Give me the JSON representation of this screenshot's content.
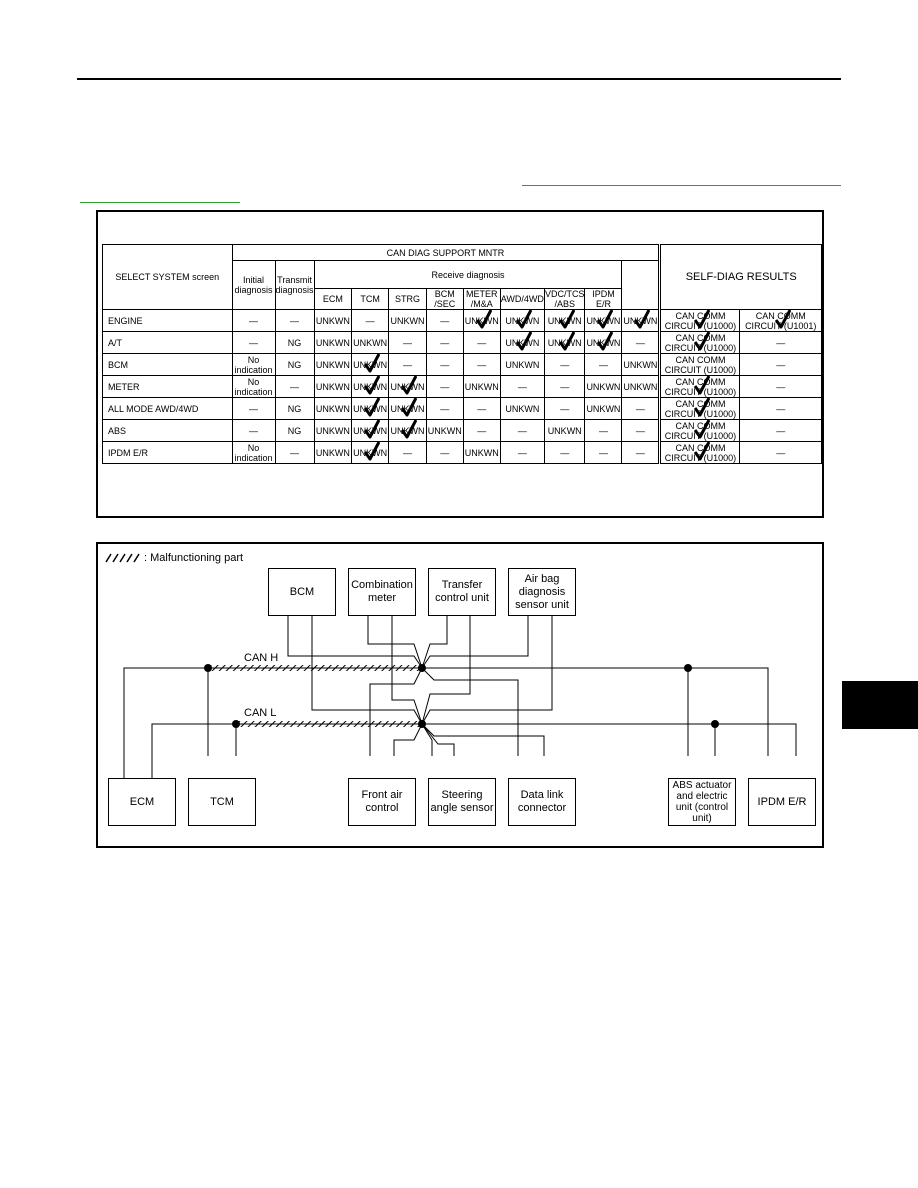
{
  "table": {
    "select_system_header": "SELECT SYSTEM screen",
    "can_diag_header": "CAN DIAG SUPPORT MNTR",
    "receive_header": "Receive diagnosis",
    "self_diag_header": "SELF-DIAG RESULTS",
    "columns": {
      "initial": "Initial diagnosis",
      "transmit": "Transmit diagnosis",
      "ecm": "ECM",
      "tcm": "TCM",
      "strg": "STRG",
      "bcm": "BCM /SEC",
      "meter": "METER /M&A",
      "awd": "AWD/4WD",
      "vdc": "VDC/TCS /ABS",
      "ipdm": "IPDM E/R"
    },
    "rows": [
      {
        "name": "ENGINE",
        "sel": "—",
        "init": "—",
        "trans": "UNKWN",
        "cells": [
          "—",
          "UNKWN",
          "—",
          "UNKWN",
          "UNKWN",
          "UNKWN",
          "UNKWN",
          "UNKWN"
        ],
        "sd1": "CAN COMM CIRCUIT (U1000)",
        "sd2": "CAN COMM CIRCUIT (U1001)"
      },
      {
        "name": "A/T",
        "sel": "—",
        "init": "NG",
        "trans": "UNKWN",
        "cells": [
          "UNKWN",
          "—",
          "—",
          "—",
          "UNKWN",
          "UNKWN",
          "UNKWN",
          "—"
        ],
        "sd1": "CAN COMM CIRCUIT (U1000)",
        "sd2": "—"
      },
      {
        "name": "BCM",
        "sel": "No indication",
        "init": "NG",
        "trans": "UNKWN",
        "cells": [
          "UNKWN",
          "—",
          "—",
          "—",
          "UNKWN",
          "—",
          "—",
          "UNKWN"
        ],
        "sd1": "CAN COMM CIRCUIT (U1000)",
        "sd2": "—"
      },
      {
        "name": "METER",
        "sel": "No indication",
        "init": "—",
        "trans": "UNKWN",
        "cells": [
          "UNKWN",
          "UNKWN",
          "—",
          "UNKWN",
          "—",
          "—",
          "UNKWN",
          "UNKWN"
        ],
        "sd1": "CAN COMM CIRCUIT (U1000)",
        "sd2": "—"
      },
      {
        "name": "ALL MODE AWD/4WD",
        "sel": "—",
        "init": "NG",
        "trans": "UNKWN",
        "cells": [
          "UNKWN",
          "UNKWN",
          "—",
          "—",
          "UNKWN",
          "—",
          "UNKWN",
          "—"
        ],
        "sd1": "CAN COMM CIRCUIT (U1000)",
        "sd2": "—"
      },
      {
        "name": "ABS",
        "sel": "—",
        "init": "NG",
        "trans": "UNKWN",
        "cells": [
          "UNKWN",
          "UNKWN",
          "UNKWN",
          "—",
          "—",
          "UNKWN",
          "—",
          "—"
        ],
        "sd1": "CAN COMM CIRCUIT (U1000)",
        "sd2": "—"
      },
      {
        "name": "IPDM E/R",
        "sel": "No indication",
        "init": "—",
        "trans": "UNKWN",
        "cells": [
          "UNKWN",
          "—",
          "—",
          "UNKWN",
          "—",
          "—",
          "—",
          "—"
        ],
        "sd1": "CAN COMM CIRCUIT (U1000)",
        "sd2": "—"
      }
    ],
    "checks": [
      [
        false,
        false,
        false,
        true,
        true,
        true,
        true,
        true
      ],
      [
        false,
        false,
        false,
        false,
        true,
        true,
        true,
        false
      ],
      [
        true,
        false,
        false,
        false,
        false,
        false,
        false,
        false
      ],
      [
        true,
        true,
        false,
        false,
        false,
        false,
        false,
        false
      ],
      [
        true,
        true,
        false,
        false,
        false,
        false,
        false,
        false
      ],
      [
        true,
        true,
        false,
        false,
        false,
        false,
        false,
        false
      ],
      [
        true,
        false,
        false,
        false,
        false,
        false,
        false,
        false
      ]
    ],
    "sd_checks": [
      [
        true,
        true
      ],
      [
        true,
        false
      ],
      [
        false,
        false
      ],
      [
        true,
        false
      ],
      [
        true,
        false
      ],
      [
        true,
        false
      ],
      [
        true,
        false
      ]
    ]
  },
  "diagram": {
    "legend": ": Malfunctioning part",
    "can_h": "CAN H",
    "can_l": "CAN L",
    "units": {
      "bcm": "BCM",
      "combination_meter": "Combination meter",
      "transfer": "Transfer control unit",
      "airbag": "Air bag diagnosis sensor unit",
      "ecm": "ECM",
      "tcm": "TCM",
      "front_air": "Front air control",
      "steering": "Steering angle sensor",
      "dlc": "Data link connector",
      "abs": "ABS actuator and electric unit (control unit)",
      "ipdm": "IPDM E/R"
    }
  }
}
